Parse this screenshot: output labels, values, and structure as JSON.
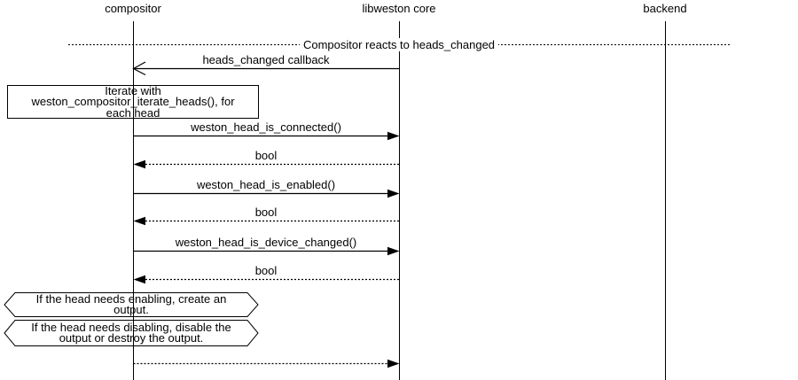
{
  "colors": {
    "line": "#000000",
    "background": "#ffffff",
    "text": "#000000"
  },
  "participants": [
    {
      "label": "compositor"
    },
    {
      "label": "libweston core"
    },
    {
      "label": "backend"
    }
  ],
  "divider": {
    "label": "Compositor reacts to heads_changed"
  },
  "messages": [
    {
      "label": "heads_changed callback",
      "from": "libweston core",
      "to": "compositor",
      "line": "solid",
      "arrowhead": "open"
    },
    {
      "label": "weston_head_is_connected()",
      "from": "compositor",
      "to": "libweston core",
      "line": "solid",
      "arrowhead": "filled"
    },
    {
      "label": "bool",
      "from": "libweston core",
      "to": "compositor",
      "line": "dotted",
      "arrowhead": "filled"
    },
    {
      "label": "weston_head_is_enabled()",
      "from": "compositor",
      "to": "libweston core",
      "line": "solid",
      "arrowhead": "filled"
    },
    {
      "label": "bool",
      "from": "libweston core",
      "to": "compositor",
      "line": "dotted",
      "arrowhead": "filled"
    },
    {
      "label": "weston_head_is_device_changed()",
      "from": "compositor",
      "to": "libweston core",
      "line": "solid",
      "arrowhead": "filled"
    },
    {
      "label": "bool",
      "from": "libweston core",
      "to": "compositor",
      "line": "dotted",
      "arrowhead": "filled"
    },
    {
      "label": "",
      "from": "compositor",
      "to": "libweston core",
      "line": "dotted",
      "arrowhead": "filled"
    }
  ],
  "notes": {
    "iterate": {
      "lines": [
        "Iterate with",
        "weston_compositor_iterate_heads(), for",
        "each head"
      ]
    },
    "enable": {
      "lines": [
        "If the head needs enabling, create an",
        "output."
      ]
    },
    "disable": {
      "lines": [
        "If the head needs disabling, disable the",
        "output or destroy the output."
      ]
    }
  }
}
